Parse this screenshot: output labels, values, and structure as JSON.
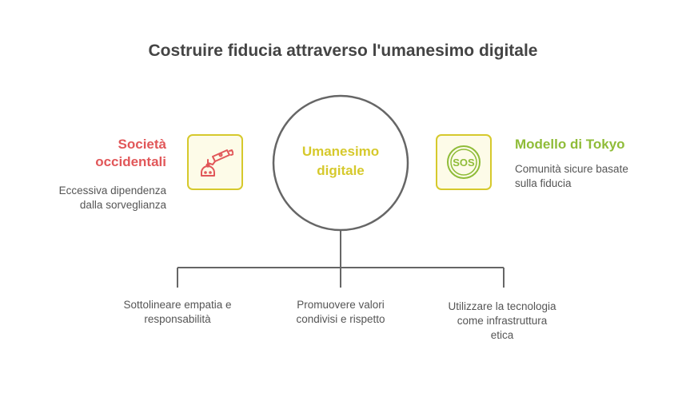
{
  "title": "Costruire fiducia attraverso l'umanesimo digitale",
  "center": {
    "label_line1": "Umanesimo",
    "label_line2": "digitale"
  },
  "left": {
    "heading_line1": "Società",
    "heading_line2": "occidentali",
    "desc_line1": "Eccessiva dipendenza",
    "desc_line2": "dalla sorveglianza",
    "icon": "surveillance-camera-icon",
    "color": "#e15759"
  },
  "right": {
    "heading": "Modello di Tokyo",
    "desc_line1": "Comunità sicure basate",
    "desc_line2": "sulla fiducia",
    "icon": "sos-icon",
    "color": "#8fbc38",
    "icon_text": "SOS"
  },
  "branches": [
    {
      "line1": "Sottolineare empatia e",
      "line2": "responsabilità",
      "line3": ""
    },
    {
      "line1": "Promuovere valori",
      "line2": "condivisi e rispetto",
      "line3": ""
    },
    {
      "line1": "Utilizzare la tecnologia",
      "line2": "come infrastruttura",
      "line3": "etica"
    }
  ],
  "colors": {
    "accent_yellow": "#d6c92c",
    "line_gray": "#666666",
    "text_gray": "#555555",
    "title_gray": "#444444"
  }
}
